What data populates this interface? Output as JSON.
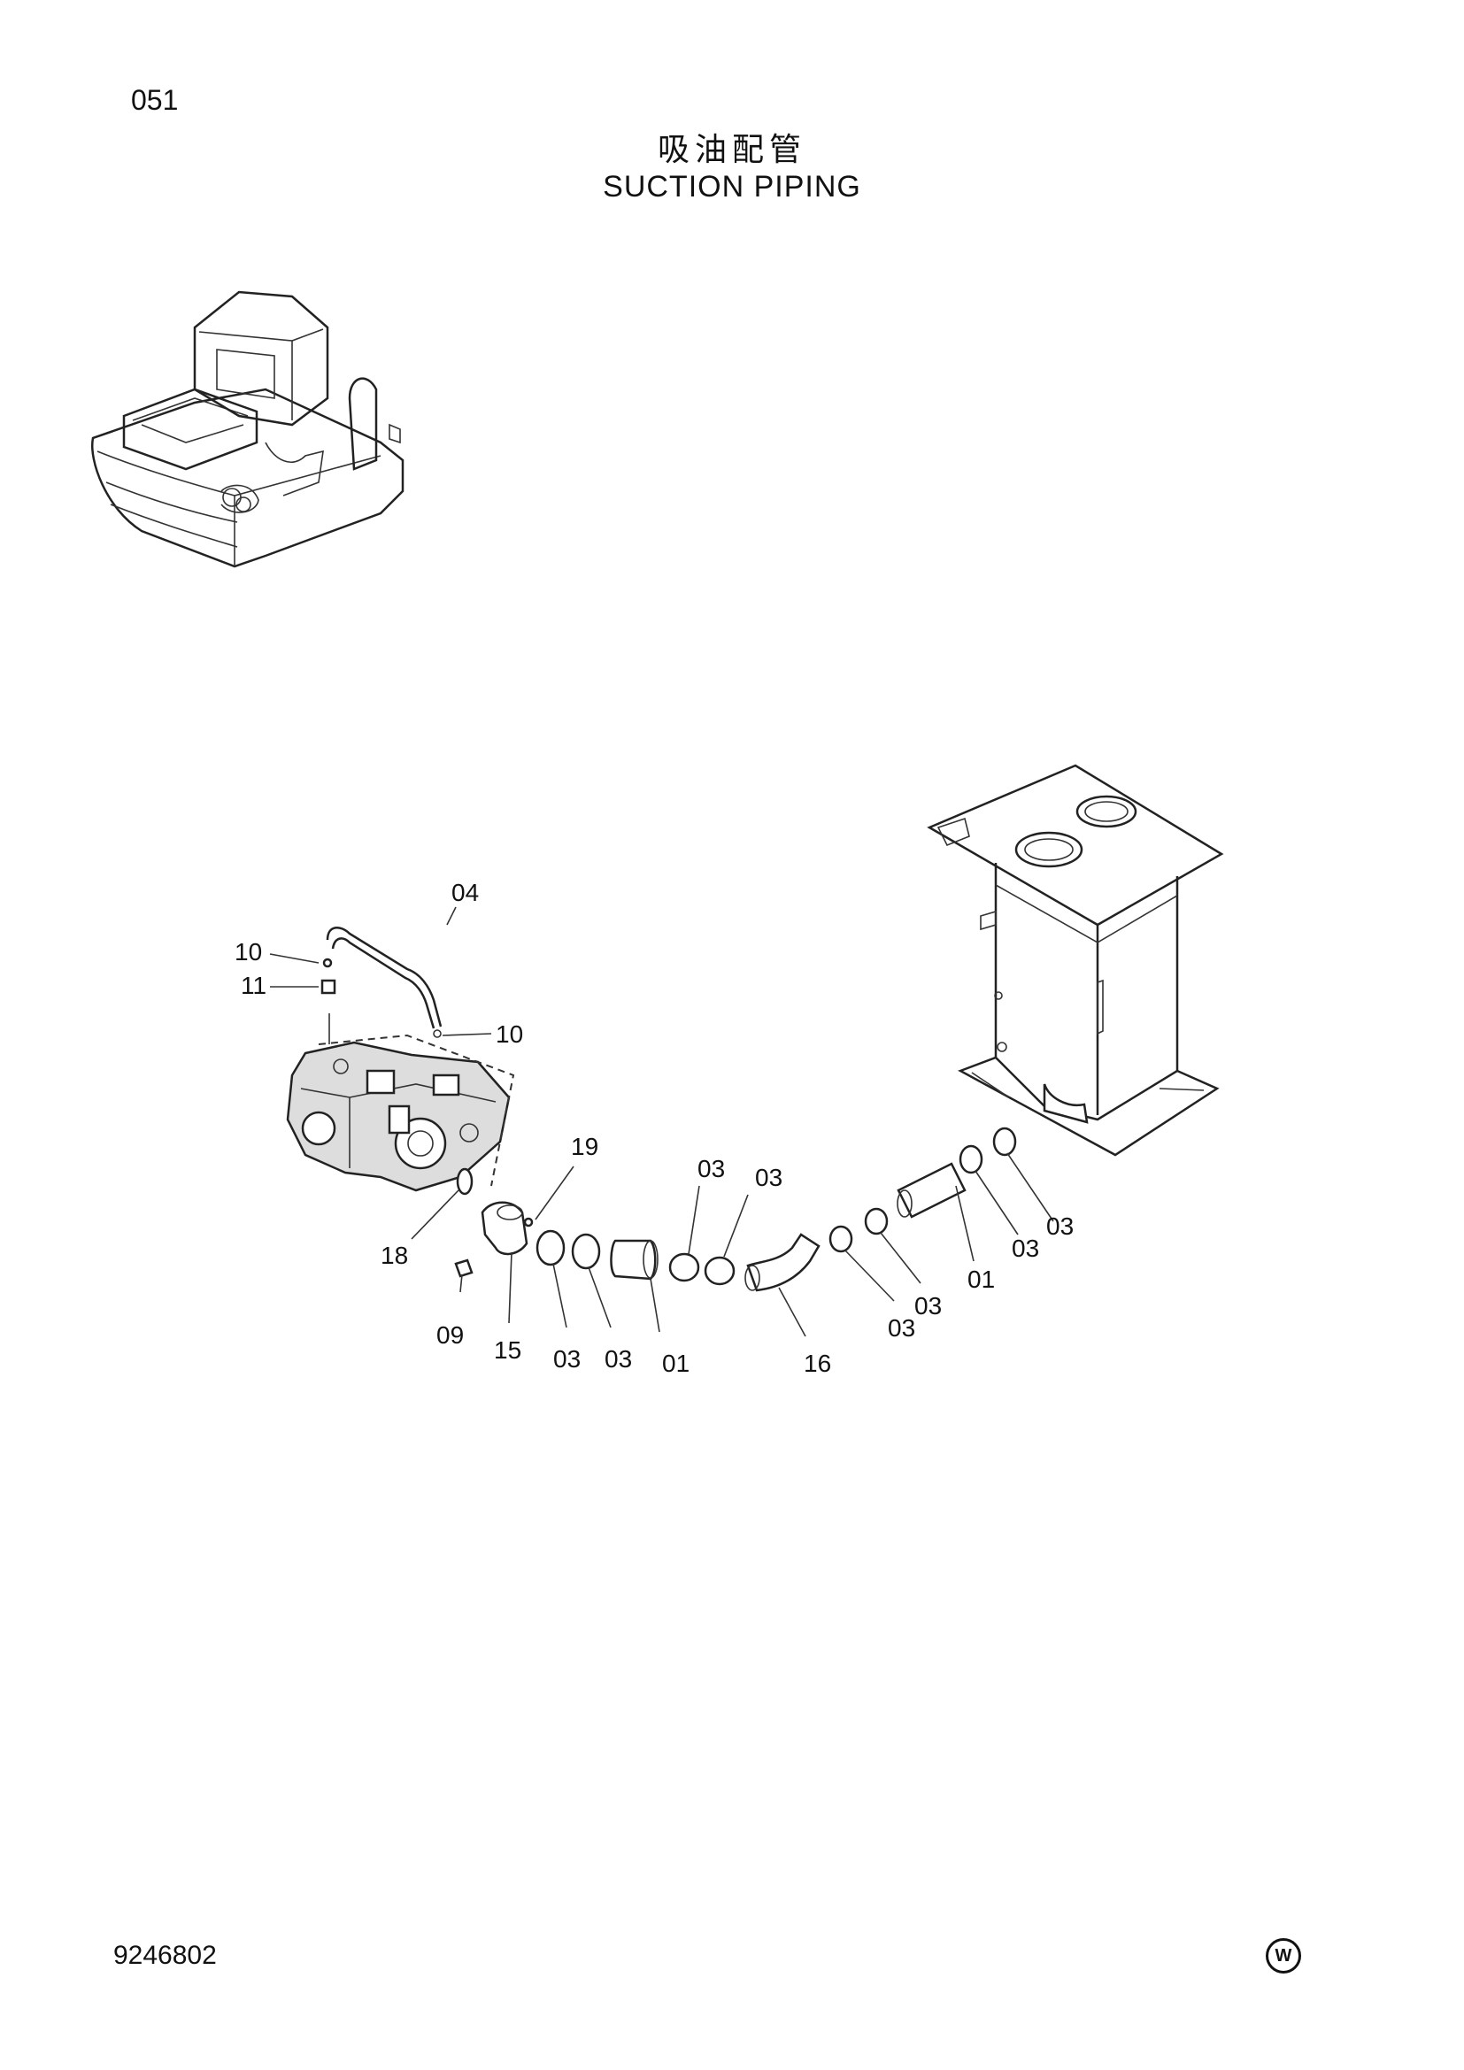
{
  "header": {
    "page_number": "051",
    "title_cn": "吸油配管",
    "title_en": "SUCTION PIPING"
  },
  "footer": {
    "drawing_number": "9246802",
    "mark": "W"
  },
  "callouts": {
    "c04": "04",
    "c10a": "10",
    "c11": "11",
    "c10b": "10",
    "c19": "19",
    "c18": "18",
    "c09": "09",
    "c15": "15",
    "c03a": "03",
    "c03b": "03",
    "c01a": "01",
    "c03c": "03",
    "c03d": "03",
    "c16": "16",
    "c03e": "03",
    "c03f": "03",
    "c01b": "01",
    "c03g": "03",
    "c03h": "03"
  }
}
